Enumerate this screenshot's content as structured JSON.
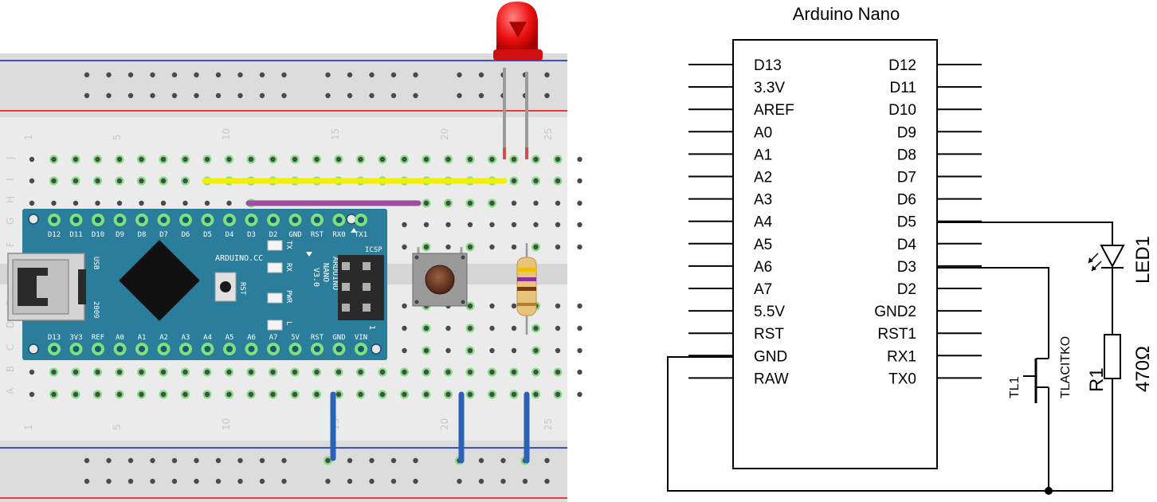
{
  "schematic": {
    "title": "Arduino Nano",
    "left_pins": [
      "D13",
      "3.3V",
      "AREF",
      "A0",
      "A1",
      "A2",
      "A3",
      "A4",
      "A5",
      "A6",
      "A7",
      "5.5V",
      "RST",
      "GND",
      "RAW"
    ],
    "right_pins": [
      "D12",
      "D11",
      "D10",
      "D9",
      "D8",
      "D7",
      "D6",
      "D5",
      "D4",
      "D3",
      "D2",
      "GND2",
      "RST1",
      "RX1",
      "TX0"
    ],
    "button_ref": "TL1",
    "button_value": "TLACITKO",
    "resistor_ref": "R1",
    "resistor_value": "470Ω",
    "led_ref": "LED1"
  },
  "breadboard": {
    "column_labels": [
      "1",
      "5",
      "10",
      "15",
      "20",
      "25"
    ],
    "row_labels_top": [
      "J",
      "I",
      "H",
      "G",
      "F"
    ],
    "row_labels_bottom": [
      "E",
      "D",
      "C",
      "B",
      "A"
    ],
    "nano": {
      "top_pins": [
        "D12",
        "D11",
        "D10",
        "D9",
        "D8",
        "D7",
        "D6",
        "D5",
        "D4",
        "D3",
        "D2",
        "GND",
        "RST",
        "RX0",
        "TX1"
      ],
      "bottom_pins": [
        "D13",
        "3V3",
        "REF",
        "A0",
        "A1",
        "A2",
        "A3",
        "A4",
        "A5",
        "A6",
        "A7",
        "5V",
        "RST",
        "GND",
        "VIN"
      ],
      "brand": "ARDUINO.CC",
      "model_lines": [
        "ARDUINO",
        "NANO",
        "V3.0"
      ],
      "leds": [
        "TX",
        "RX",
        "PWR",
        "L"
      ],
      "icsp": "ICSP",
      "usb": "USB",
      "year": "2009",
      "rst": "RST",
      "header_mark": "1"
    },
    "colors": {
      "board": "#ebebeb",
      "rail": "#dcdcdc",
      "rail_red": "#e23c3c",
      "rail_blue": "#3c50d2",
      "pcb": "#2a7d9b",
      "wire_yellow": "#f0f000",
      "wire_purple": "#9b4fa0",
      "wire_blue": "#2a62b8",
      "led": "#e01010",
      "hole": "#4a4a4a",
      "connected": "#7ee07e"
    }
  }
}
